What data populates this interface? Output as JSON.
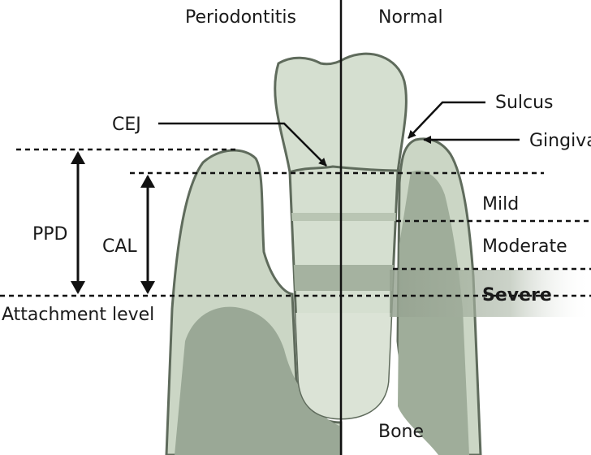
{
  "header": {
    "left_title": "Periodontitis",
    "right_title": "Normal"
  },
  "labels": {
    "cej": "CEJ",
    "sulcus": "Sulcus",
    "gingiva": "Gingiva",
    "ppd": "PPD",
    "cal": "CAL",
    "attachment_level": "Attachment level",
    "bone": "Bone"
  },
  "severity": {
    "mild": "Mild",
    "moderate": "Moderate",
    "severe": "Severe"
  },
  "colors": {
    "tooth": "#d5dfd0",
    "gingiva": "#cbd6c5",
    "bone": "#9aa896",
    "inner_light": "#e2e9dd",
    "severe_band": "#a5b2a0",
    "mild_band": "#b9c5b3",
    "outline": "#5f6b5c",
    "text": "#1a1a1a"
  }
}
